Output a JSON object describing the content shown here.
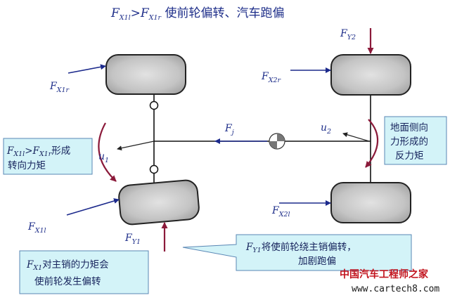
{
  "title": {
    "parts": [
      {
        "t": "F",
        "sub": "X1l"
      },
      {
        "t": ">F",
        "sub": "X1r"
      },
      {
        "t": " 使前轮偏转、汽车跑偏"
      }
    ]
  },
  "labels": {
    "fx1r": {
      "main": "F",
      "sub": "X1r"
    },
    "fx2r": {
      "main": "F",
      "sub": "X2r"
    },
    "fy2": {
      "main": "F",
      "sub": "Y2"
    },
    "fx1l": {
      "main": "F",
      "sub": "X1l"
    },
    "fy1": {
      "main": "F",
      "sub": "Y1"
    },
    "fx2l": {
      "main": "F",
      "sub": "X2l"
    },
    "fj": {
      "main": "F",
      "sub": "j"
    },
    "u1": {
      "main": "u",
      "sub": "1"
    },
    "u2": {
      "main": "u",
      "sub": "2"
    }
  },
  "boxes": {
    "left_moment": {
      "line1_parts": [
        {
          "t": "F",
          "sub": "X1l"
        },
        {
          "t": ">F",
          "sub": "X1r"
        },
        {
          "t": "形成"
        }
      ],
      "line2": "转向力矩"
    },
    "ground_reaction": {
      "lines": [
        "地面侧向",
        "力形成的",
        "反力矩"
      ]
    },
    "fy1_effect": {
      "line1_parts": [
        {
          "t": "F",
          "sub": "Y1"
        },
        {
          "t": "将使前轮绕主销偏转，"
        }
      ],
      "line2": "加剧跑偏"
    },
    "kingpin_moment": {
      "line1_parts": [
        {
          "t": "F",
          "sub": "X1"
        },
        {
          "t": "对主销的力矩会"
        }
      ],
      "line2": "使前轮发生偏转"
    }
  },
  "watermark": {
    "cn": "中国汽车工程师之家",
    "url": "www.cartech8.com"
  },
  "colors": {
    "arrow_blue": "#1c2a8c",
    "arrow_maroon": "#8b1a3a",
    "callout_fill": "#d3f3f8",
    "callout_stroke": "#5a87b5",
    "tyre": "#c8c8c8"
  }
}
